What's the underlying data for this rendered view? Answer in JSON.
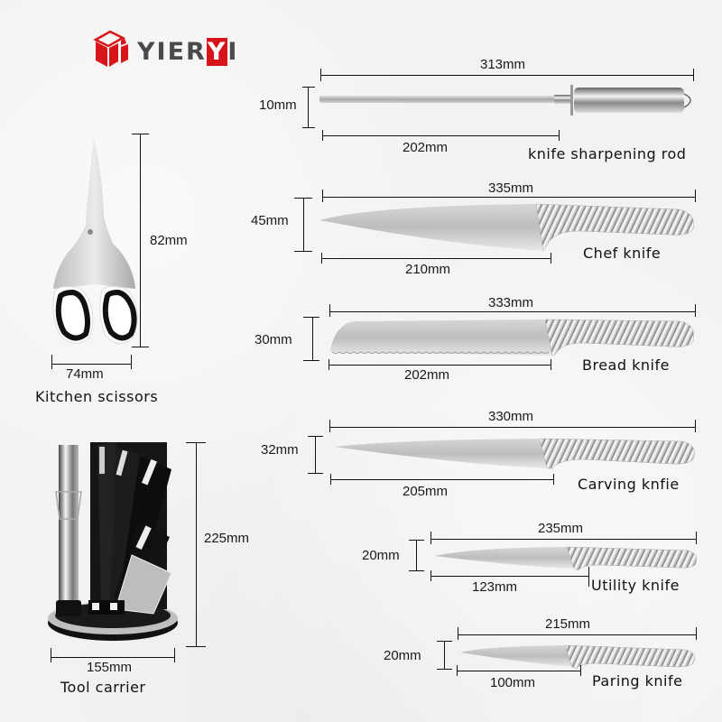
{
  "brand": {
    "logo_text_part1": "YIER",
    "logo_text_part2": "Y",
    "logo_text_part3": "I",
    "brand_color": "#d7141a",
    "text_color": "#4a4a4a"
  },
  "items": [
    {
      "id": "sharpening-rod",
      "name": "knife sharpening rod",
      "total_length": "313mm",
      "width": "10mm",
      "blade_length": "202mm"
    },
    {
      "id": "chef-knife",
      "name": "Chef knife",
      "total_length": "335mm",
      "width": "45mm",
      "blade_length": "210mm"
    },
    {
      "id": "bread-knife",
      "name": "Bread knife",
      "total_length": "333mm",
      "width": "30mm",
      "blade_length": "202mm"
    },
    {
      "id": "carving-knife",
      "name": "Carving knfie",
      "total_length": "330mm",
      "width": "32mm",
      "blade_length": "205mm"
    },
    {
      "id": "utility-knife",
      "name": "Utility knife",
      "total_length": "235mm",
      "width": "20mm",
      "blade_length": "123mm"
    },
    {
      "id": "paring-knife",
      "name": "Paring knife",
      "total_length": "215mm",
      "width": "20mm",
      "blade_length": "100mm"
    },
    {
      "id": "kitchen-scissors",
      "name": "Kitchen scissors",
      "height": "82mm",
      "width": "74mm"
    },
    {
      "id": "tool-carrier",
      "name": "Tool carrier",
      "height": "225mm",
      "width": "155mm"
    }
  ]
}
